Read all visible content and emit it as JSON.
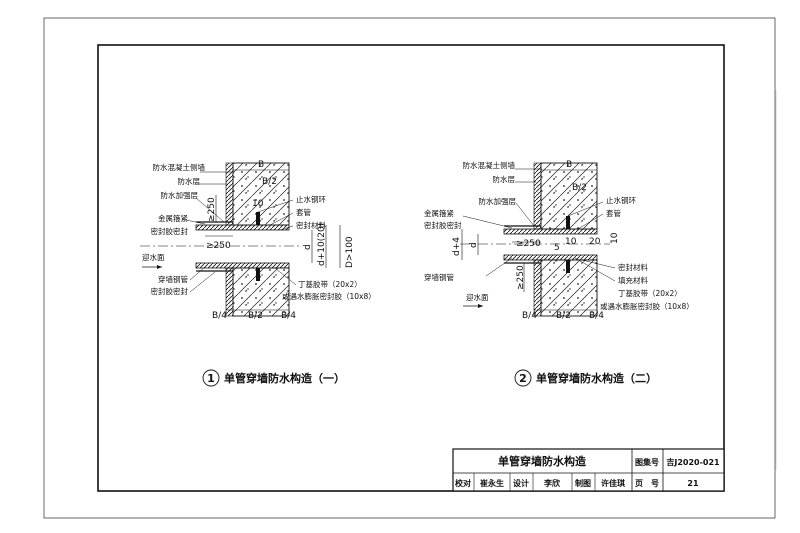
{
  "detail1": {
    "number": "1",
    "caption": "单管穿墙防水构造（一）",
    "labels": {
      "wall": "防水混凝土侧墙",
      "waterproof_layer": "防水层",
      "reinforce_layer": "防水加强层",
      "metal_collar": "金属箍紧",
      "sealant_seal": "密封胶密封",
      "face": "迎水面",
      "pipe": "穿墙钢管",
      "sealant_seal2": "密封胶密封",
      "water_ring": "止水钢环",
      "sleeve": "套管",
      "seal_material": "密封材料",
      "butyl_strip": "丁基胶带（20x2）",
      "swell_sealant": "或遇水膨胀密封胶（10x8）"
    },
    "dims": {
      "b_top": "B",
      "b_half": "B/2",
      "ten": "10",
      "ge250_v": "≥250",
      "ge250_h": "≥250",
      "d": "d",
      "d10": "d+10(20)",
      "d100": "D>100",
      "b4_left": "B/4",
      "b2_bottom": "B/2",
      "b4_right": "B/4"
    }
  },
  "detail2": {
    "number": "2",
    "caption": "单管穿墙防水构造（二）",
    "labels": {
      "wall": "防水混凝土侧墙",
      "waterproof_layer": "防水层",
      "reinforce_layer": "防水加强层",
      "metal_collar": "金属箍紧",
      "sealant_seal": "密封胶密封",
      "pipe": "穿墙钢管",
      "face": "迎水面",
      "water_ring": "止水钢环",
      "sleeve": "套管",
      "seal_material": "密封材料",
      "filler": "填充材料",
      "butyl_strip": "丁基胶带（20x2）",
      "swell_sealant": "或遇水膨胀密封胶（10x8）"
    },
    "dims": {
      "b_top": "B",
      "b_half": "B/2",
      "ge250_h": "≥250",
      "five": "5",
      "ten": "10",
      "twenty": "20",
      "ten_v": "10",
      "d4": "d+4",
      "d": "d",
      "ge250_v": "≥250",
      "b4_left": "B/4",
      "b2_bottom": "B/2",
      "b4_right": "B/4"
    }
  },
  "title_block": {
    "title": "单管穿墙防水构造",
    "atlas_label": "图集号",
    "atlas_no": "吉J2020-021",
    "check_label": "校对",
    "checker": "崔永生",
    "design_label": "设计",
    "designer": "李欣",
    "draw_label": "制图",
    "drafter": "许佳琪",
    "page_label": "页　号",
    "page_no": "21"
  }
}
